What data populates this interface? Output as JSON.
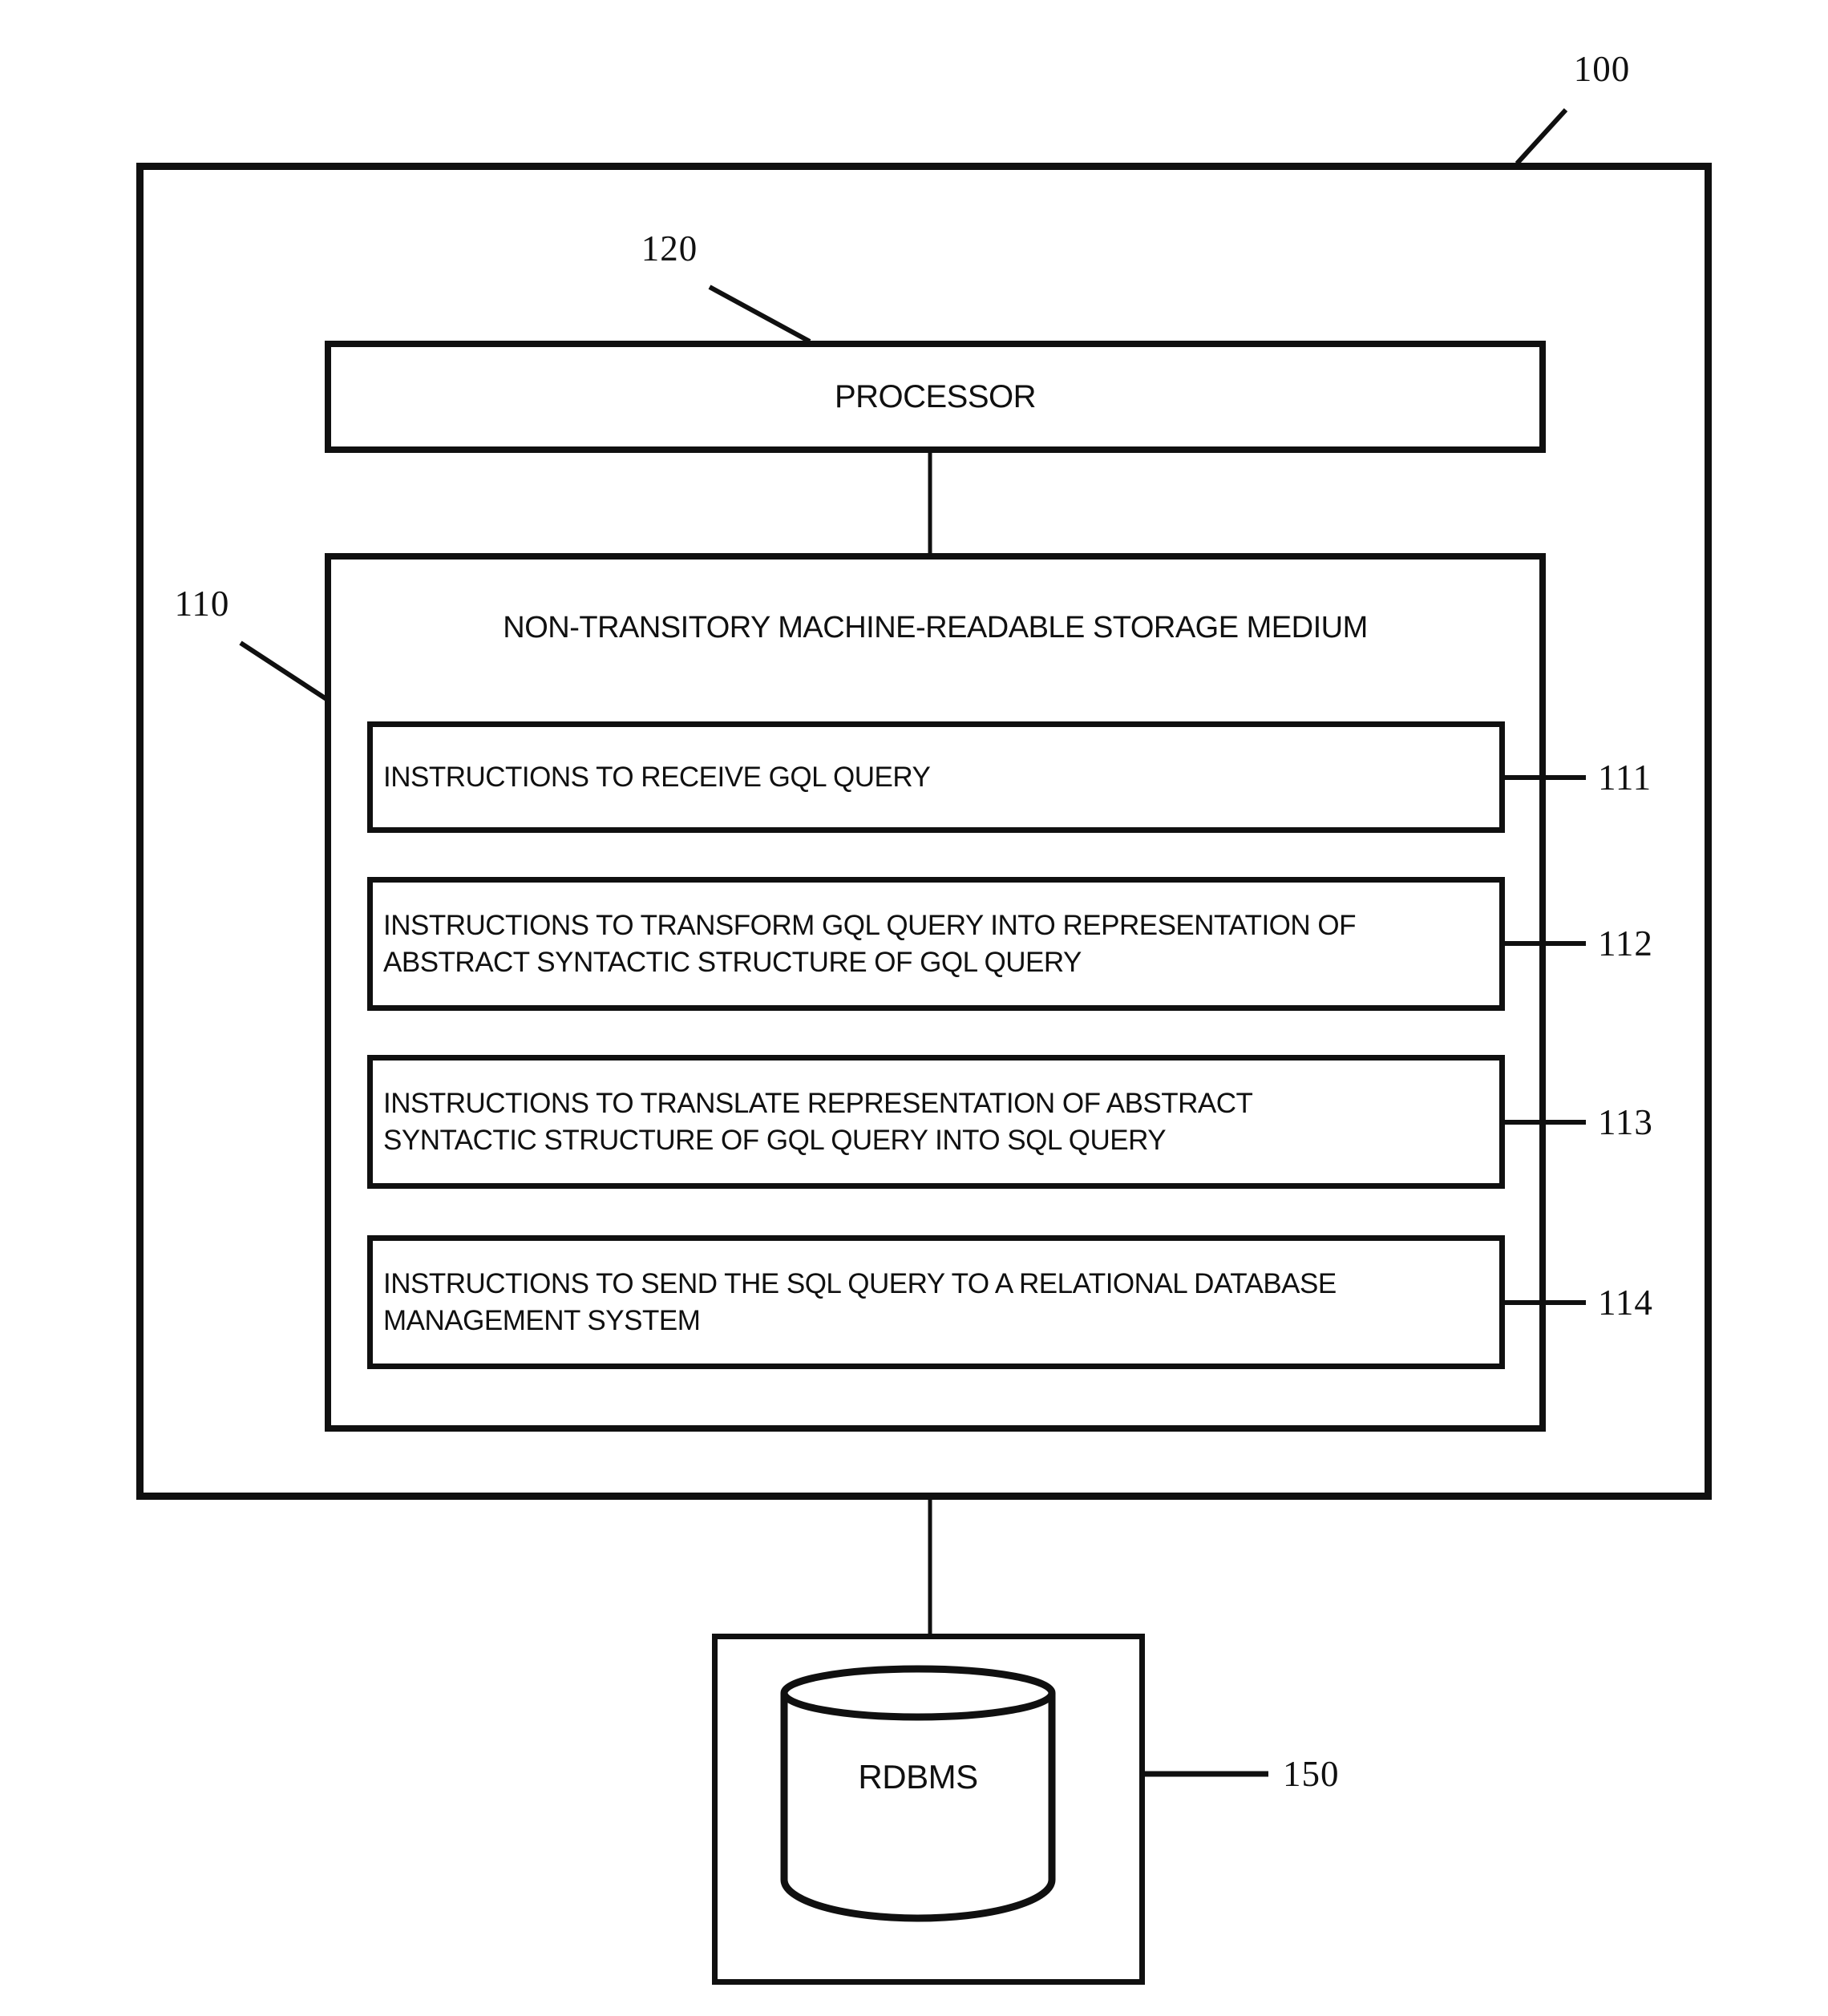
{
  "outer_box": {
    "ref": "100"
  },
  "processor": {
    "label": "PROCESSOR",
    "ref": "120"
  },
  "storage": {
    "title": "NON-TRANSITORY MACHINE-READABLE STORAGE MEDIUM",
    "ref": "110",
    "instructions": [
      {
        "text": "INSTRUCTIONS TO RECEIVE GQL QUERY",
        "ref": "111"
      },
      {
        "text": "INSTRUCTIONS TO TRANSFORM GQL QUERY INTO REPRESENTATION OF\nABSTRACT SYNTACTIC STRUCTURE OF GQL QUERY",
        "ref": "112"
      },
      {
        "text": "INSTRUCTIONS TO TRANSLATE REPRESENTATION OF ABSTRACT\nSYNTACTIC STRUCTURE OF GQL QUERY INTO SQL QUERY",
        "ref": "113"
      },
      {
        "text": "INSTRUCTIONS TO SEND THE SQL QUERY TO A RELATIONAL DATABASE\nMANAGEMENT SYSTEM",
        "ref": "114"
      }
    ]
  },
  "rdbms": {
    "label": "RDBMS",
    "ref": "150"
  },
  "colors": {
    "ink": "#101010",
    "paper": "#ffffff"
  }
}
